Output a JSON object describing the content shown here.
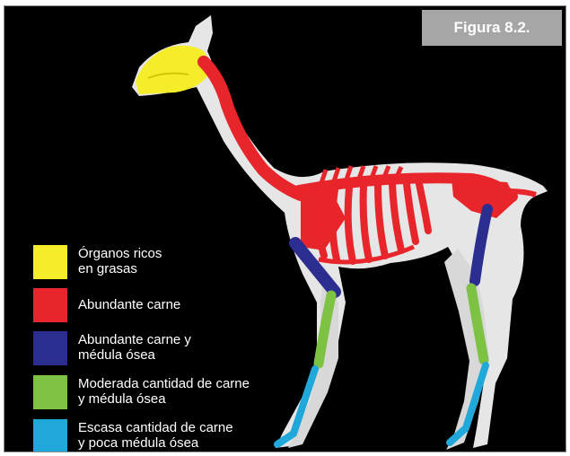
{
  "figure_label": "Figura 8.2.",
  "colors": {
    "background": "#000000",
    "silhouette": "#e6e6e6",
    "fat_organs": "#f5ec2a",
    "meat": "#e8252a",
    "meat_marrow": "#2b2e8f",
    "moderate": "#7dc242",
    "scarce": "#1fa8d9"
  },
  "legend": [
    {
      "line1": "Órganos ricos",
      "line2": "en grasas",
      "color": "#f5ec2a"
    },
    {
      "line1": "Abundante carne",
      "line2": "",
      "color": "#e8252a"
    },
    {
      "line1": "Abundante carne y",
      "line2": "médula ósea",
      "color": "#2b2e8f"
    },
    {
      "line1": "Moderada cantidad de carne",
      "line2": "y médula ósea",
      "color": "#7dc242"
    },
    {
      "line1": "Escasa cantidad de carne",
      "line2": "y poca médula ósea",
      "color": "#1fa8d9"
    }
  ]
}
